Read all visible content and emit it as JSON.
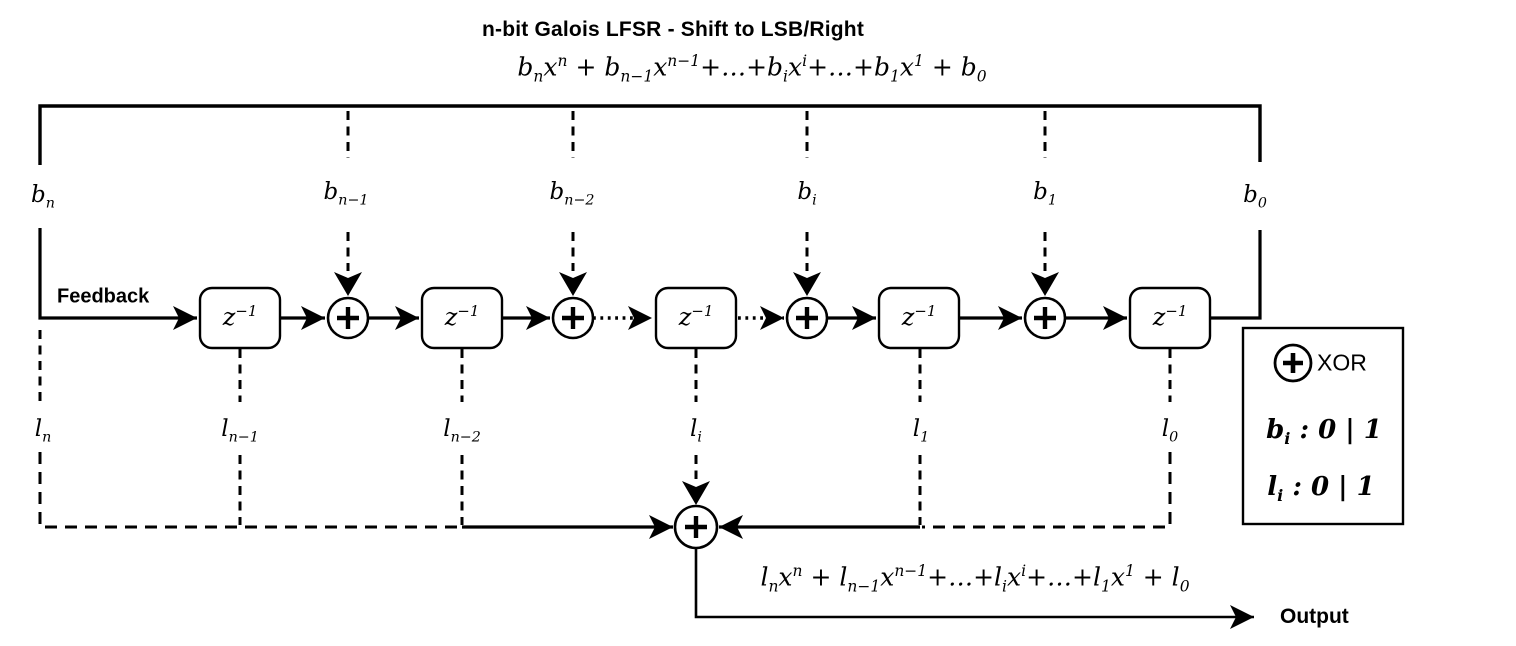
{
  "title": "n-bit Galois LFSR - Shift to LSB/Right",
  "colors": {
    "ink": "#000000",
    "background": "#ffffff",
    "node_fill": "#ffffff"
  },
  "polynomials": {
    "input_html": "b<sub>n</sub>x<sup>n</sup> + b<sub>n−1</sub>x<sup>n−1</sup>+…+b<sub>i</sub>x<sup>i</sup>+…+b<sub>1</sub>x<sup>1</sup> + b<sub>0</sub>",
    "output_html": "l<sub>n</sub>x<sup>n</sup> + l<sub>n−1</sub>x<sup>n−1</sup>+…+l<sub>i</sub>x<sup>i</sup>+…+l<sub>1</sub>x<sup>1</sup> + l<sub>0</sub>"
  },
  "feedback": {
    "label": "Feedback"
  },
  "output": {
    "label": "Output"
  },
  "register": {
    "label_html": "z<sup>−1</sup>"
  },
  "taps": [
    {
      "label_html": "b<sub>n</sub>"
    },
    {
      "label_html": "b<sub>n−1</sub>"
    },
    {
      "label_html": "b<sub>n−2</sub>"
    },
    {
      "label_html": "b<sub>i</sub>"
    },
    {
      "label_html": "b<sub>1</sub>"
    },
    {
      "label_html": "b<sub>0</sub>"
    }
  ],
  "states": [
    {
      "label_html": "l<sub>n</sub>"
    },
    {
      "label_html": "l<sub>n−1</sub>"
    },
    {
      "label_html": "l<sub>n−2</sub>"
    },
    {
      "label_html": "l<sub>i</sub>"
    },
    {
      "label_html": "l<sub>1</sub>"
    },
    {
      "label_html": "l<sub>0</sub>"
    }
  ],
  "legend": {
    "xor_label": "XOR",
    "bit_values_html": "b<sub>i</sub> : 0 | 1",
    "state_values_html": "l<sub>i</sub> : 0 | 1"
  }
}
